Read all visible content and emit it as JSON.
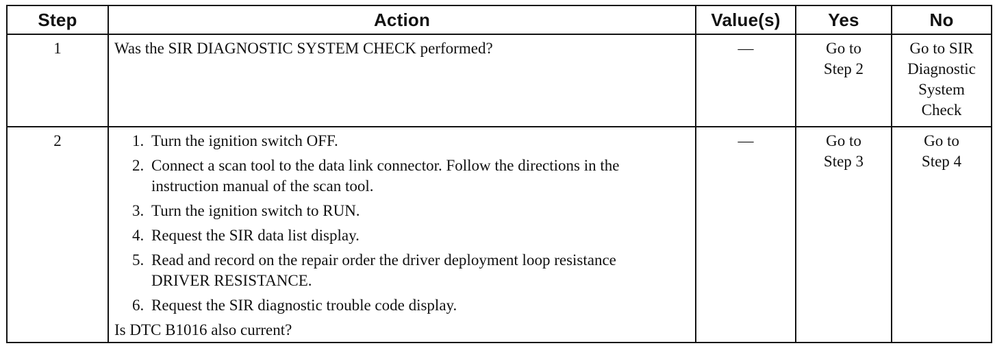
{
  "headers": {
    "step": "Step",
    "action": "Action",
    "values": "Value(s)",
    "yes": "Yes",
    "no": "No"
  },
  "rows": [
    {
      "step": "1",
      "action": "Was the SIR DIAGNOSTIC SYSTEM CHECK performed?",
      "value": "—",
      "yes": [
        "Go to",
        "Step 2"
      ],
      "no": [
        "Go to SIR",
        "Diagnostic",
        "System",
        "Check"
      ]
    },
    {
      "step": "2",
      "instructions": [
        {
          "num": "1.",
          "text": "Turn the ignition switch OFF."
        },
        {
          "num": "2.",
          "text": "Connect a scan tool to the data link connector. Follow the directions in the instruction manual of the scan tool."
        },
        {
          "num": "3.",
          "text": "Turn the ignition switch to RUN."
        },
        {
          "num": "4.",
          "text": "Request the SIR data list display."
        },
        {
          "num": "5.",
          "text": "Read and record on the repair order the driver deployment loop resistance DRIVER RESISTANCE."
        },
        {
          "num": "6.",
          "text": "Request the SIR diagnostic trouble code display."
        }
      ],
      "question": "Is DTC B1016 also current?",
      "value": "—",
      "yes": [
        "Go to",
        "Step 3"
      ],
      "no": [
        "Go to",
        "Step 4"
      ]
    }
  ]
}
